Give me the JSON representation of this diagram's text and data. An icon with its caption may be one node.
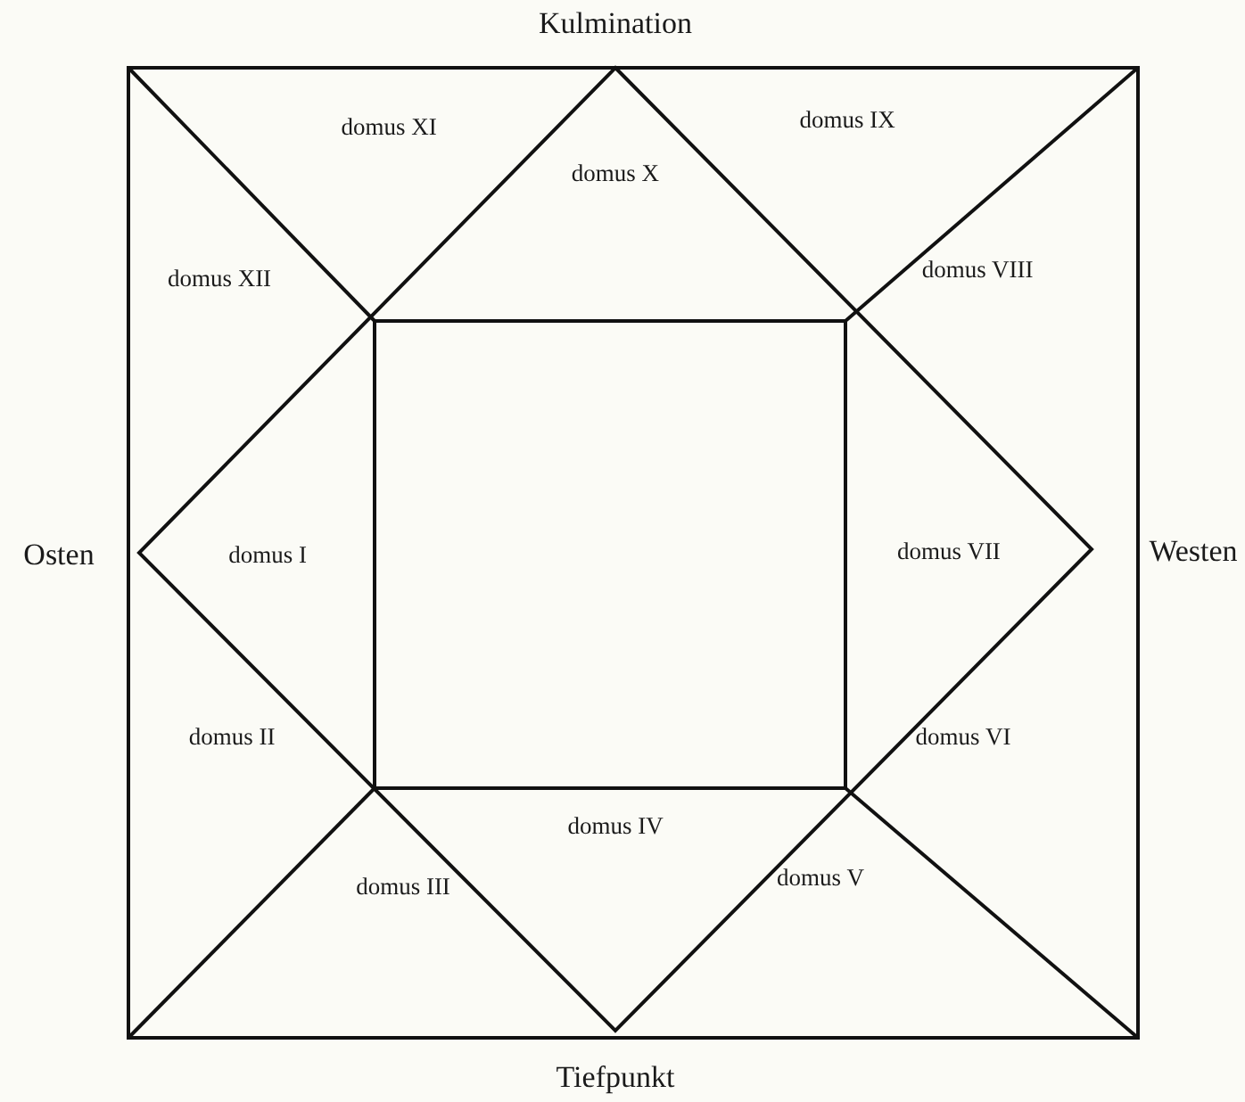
{
  "diagram": {
    "labels": [
      "Kulmination",
      "domus XI",
      "domus IX",
      "domus X",
      "domus XII",
      "domus VIII",
      "Osten",
      "domus I",
      "domus VII",
      "Westen",
      "domus II",
      "domus VI",
      "domus IV",
      "domus III",
      "domus V",
      "Tiefpunkt"
    ]
  }
}
